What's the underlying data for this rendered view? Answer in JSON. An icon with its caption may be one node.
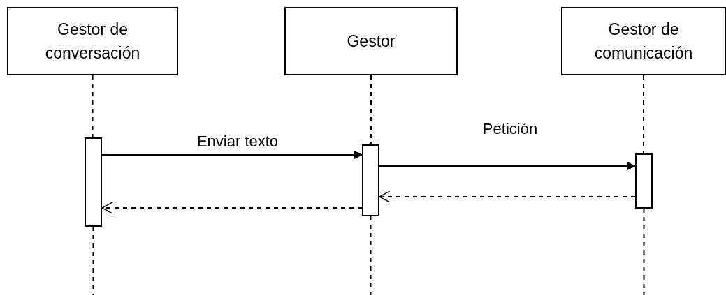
{
  "diagram": {
    "nodes": [
      {
        "text": [
          "Gestor de conversación"
        ]
      },
      {
        "text": [
          "Gestor"
        ]
      },
      {
        "text": [
          "Gestor de comunicación"
        ]
      },
      {
        "text": [],
        "shape": "bar"
      },
      {
        "text": [],
        "shape": "bar"
      },
      {
        "text": [],
        "shape": "bar"
      }
    ],
    "edges": [
      {
        "from": 0,
        "to": 3,
        "arrow": "none",
        "style": "dashed"
      },
      {
        "from": 1,
        "to": 4,
        "arrow": "none",
        "style": "dashed"
      },
      {
        "from": 2,
        "to": 5,
        "arrow": "none",
        "style": "dashed"
      },
      {
        "from": 3,
        "to": 4,
        "arrow": "to",
        "label": "Enviar texto"
      },
      {
        "from": 4,
        "to": 5,
        "arrow": "to",
        "label": "Petición"
      },
      {
        "from": 5,
        "to": 4,
        "arrow": "to",
        "style": "dashed"
      },
      {
        "from": 4,
        "to": 3,
        "arrow": "to",
        "style": "dashed"
      }
    ]
  }
}
